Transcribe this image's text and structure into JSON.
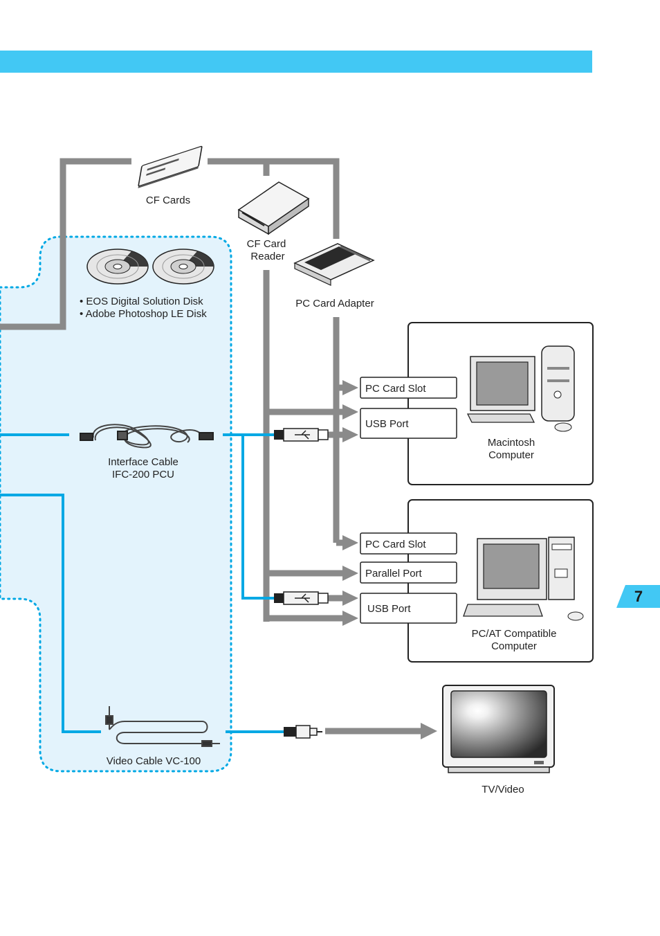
{
  "page_number": "7",
  "colors": {
    "header_bar": "#42c8f4",
    "accent": "#00a8e4",
    "gray_line": "#8a8a8a",
    "panel": "#e3f3fc"
  },
  "labels": {
    "cf_cards": "CF Cards",
    "cf_card_reader": [
      "CF Card",
      "Reader"
    ],
    "pc_card_adapter": "PC Card Adapter",
    "disks": [
      "• EOS Digital Solution Disk",
      "• Adobe Photoshop LE Disk"
    ],
    "interface_cable": [
      "Interface Cable",
      "IFC-200 PCU"
    ],
    "video_cable": "Video Cable VC-100",
    "mac_computer": [
      "Macintosh",
      "Computer"
    ],
    "pc_computer": [
      "PC/AT Compatible",
      "Computer"
    ],
    "tv": "TV/Video"
  },
  "mac_ports": [
    "PC Card Slot",
    "USB Port"
  ],
  "pc_ports": [
    "PC Card Slot",
    "Parallel Port",
    "USB Port"
  ],
  "icons": [
    "cf-card-icon",
    "card-reader-icon",
    "pc-card-adapter-icon",
    "cd-disk-icon",
    "interface-cable-icon",
    "usb-plug-icon",
    "video-cable-icon",
    "av-plug-icon",
    "macintosh-icon",
    "pc-icon",
    "tv-icon"
  ]
}
